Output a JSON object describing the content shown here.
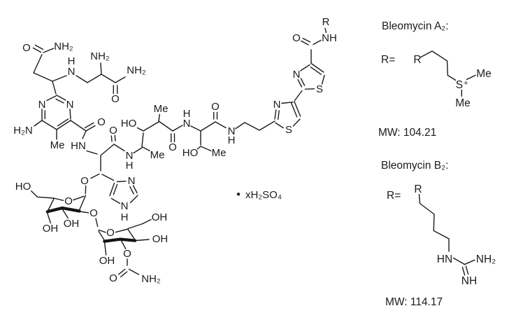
{
  "figure": {
    "description": "Structural formula of bleomycin sulfate with R-group definitions",
    "sulfate_formula": "xH₂SO₄",
    "bullet": "•"
  },
  "atoms": {
    "o_amide1": "O",
    "nh2_amide1": "NH₂",
    "h_amine": "H",
    "n_amine": "N",
    "nh2_amine2": "NH₂",
    "nh2_amide2": "NH₂",
    "o_amide2": "O",
    "n_pyrimidine_left": "N",
    "n_pyrimidine_right": "N",
    "h2n_pyrimidine": "H₂N",
    "me_pyrimidine": "Me",
    "o_pyr_amide": "O",
    "hn_pyr_amide": "HN",
    "o_his_amide": "O",
    "n_amide3": "N",
    "h_amide3": "H",
    "o_glycosidic1": "O",
    "n_imidazole3": "N",
    "n_imidazole1": "N",
    "h_imidazole": "H",
    "me_valerate1": "Me",
    "ho_valerate": "HO",
    "me_valerate2": "Me",
    "o_val_amide": "O",
    "h_amide4": "H",
    "n_amide4": "N",
    "o_thr_amide": "O",
    "ho_threonine": "HO",
    "me_threonine": "Me",
    "n_amide5": "N",
    "h_amide5": "H",
    "n_thiazole2": "N",
    "s_thiazole2": "S",
    "n_thiazole1": "N",
    "s_thiazole1": "S",
    "o_terminal": "O",
    "nh_terminal": "NH",
    "r_terminal": "R",
    "ho_sugar1": "HO",
    "o_ring_sugar1": "O",
    "oh_sugar1_c4": "OH",
    "oh_sugar1_c3": "OH",
    "o_glycosidic2": "O",
    "o_ring_sugar2": "O",
    "oh_sugar2_c6": "OH",
    "oh_sugar2_c4": "OH",
    "oh_sugar2_c2": "OH",
    "o_carbamate": "O",
    "o_carbamate_dbl": "O",
    "nh2_carbamate": "NH₂"
  },
  "panel_a2": {
    "title": "Bleomycin A₂:",
    "r_eq": "R=",
    "r": "R",
    "s_plus": "S⁺",
    "me_top": "Me",
    "me_bottom": "Me",
    "mw": "MW: 104.21"
  },
  "panel_b2": {
    "title": "Bleomycin B₂:",
    "r_eq": "R=",
    "r": "R",
    "hn": "HN",
    "nh2": "NH₂",
    "nh": "NH",
    "mw": "MW:  114.17"
  }
}
